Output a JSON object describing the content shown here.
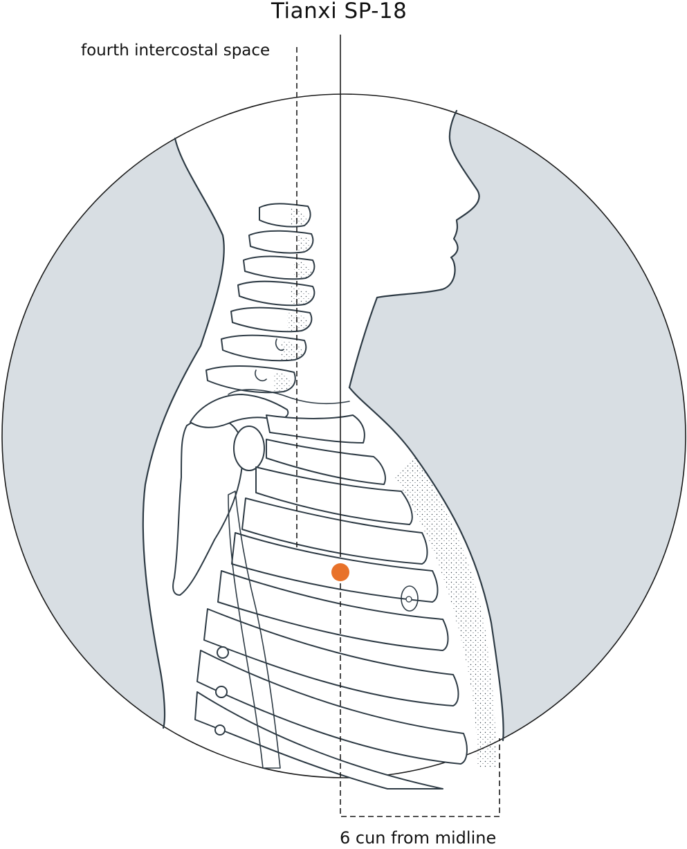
{
  "title": "Tianxi SP-18",
  "labels": {
    "intercostal": "fourth intercostal space",
    "distance": "6 cun from midline"
  },
  "colors": {
    "background_gray": "#d8dee3",
    "line": "#2d3a44",
    "point": "#e8722a"
  },
  "point": {
    "name": "Tianxi SP-18",
    "icon": "acupoint-marker-dot"
  }
}
